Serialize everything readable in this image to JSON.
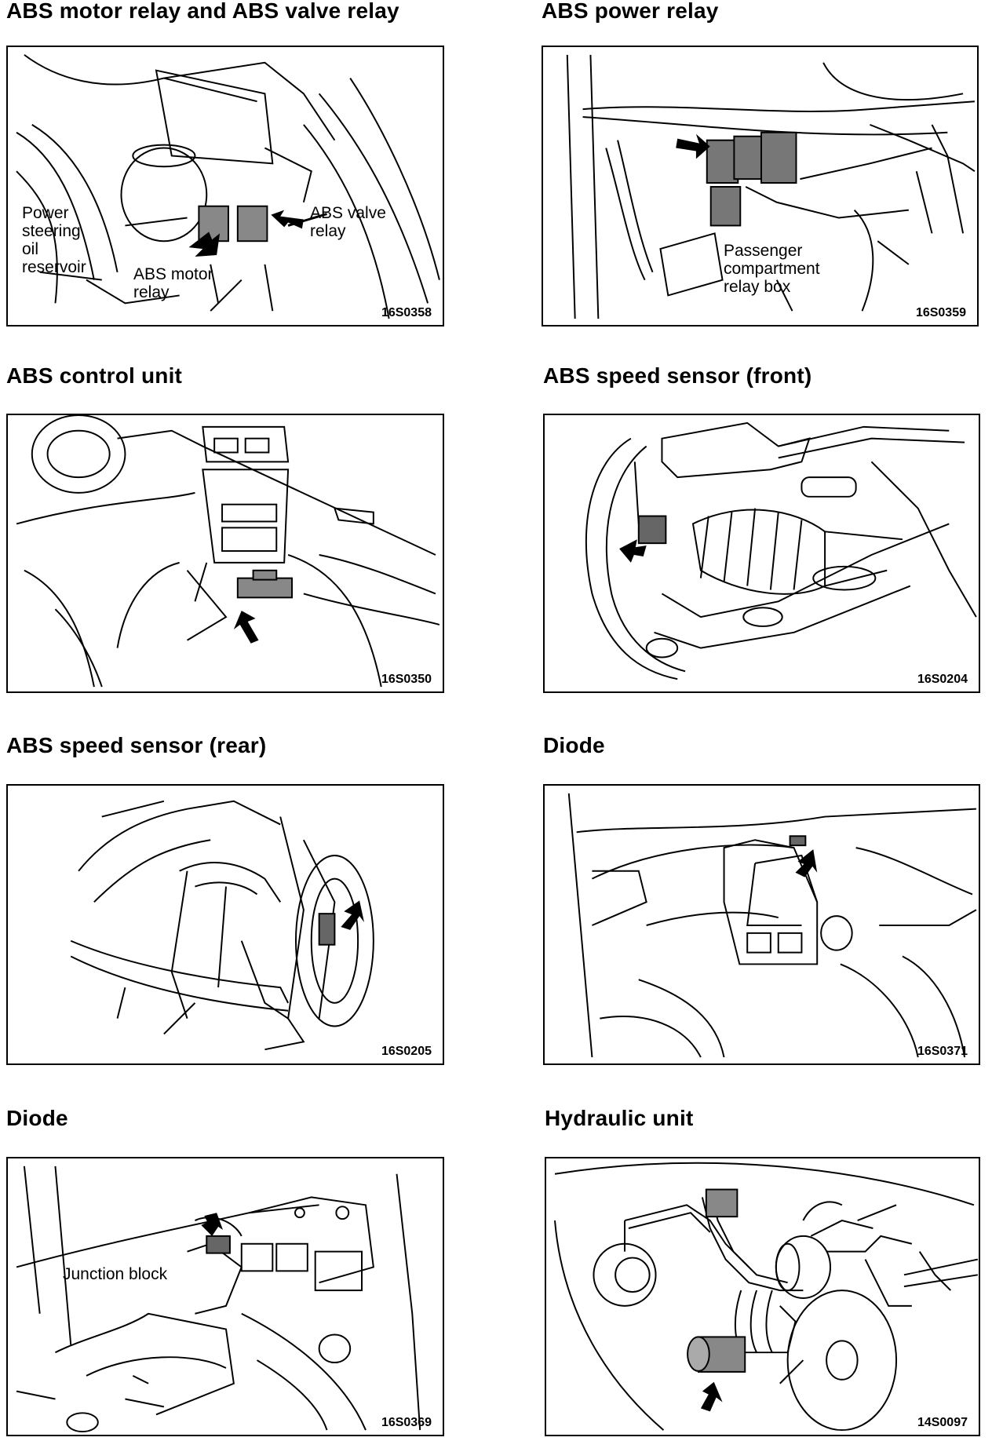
{
  "figures": [
    {
      "title": "ABS motor relay and ABS valve relay",
      "code": "16S0358",
      "labels": {
        "reservoir": "Power steering oil reservoir",
        "motor_relay": "ABS motor relay",
        "valve_relay": "ABS valve relay"
      }
    },
    {
      "title": "ABS power relay",
      "code": "16S0359",
      "labels": {
        "relay_box": "Passenger compartment relay box"
      }
    },
    {
      "title": "ABS control unit",
      "code": "16S0350"
    },
    {
      "title": "ABS speed sensor (front)",
      "code": "16S0204"
    },
    {
      "title": "ABS speed sensor (rear)",
      "code": "16S0205"
    },
    {
      "title": "Diode",
      "code": "16S0371"
    },
    {
      "title": "Diode",
      "code": "16S0369",
      "labels": {
        "junction_block": "Junction block"
      }
    },
    {
      "title": "Hydraulic unit",
      "code": "14S0097"
    }
  ]
}
